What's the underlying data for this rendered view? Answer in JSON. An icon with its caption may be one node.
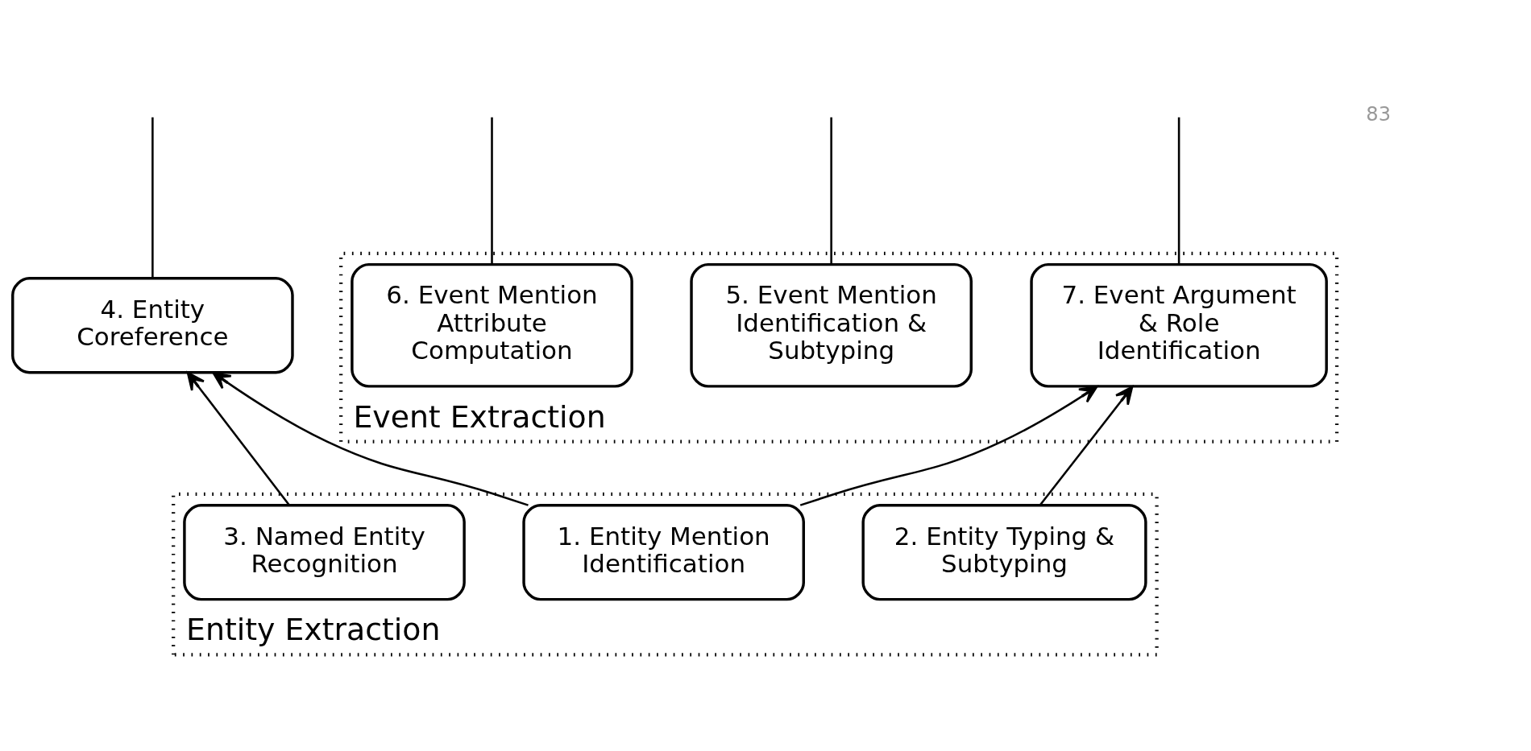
{
  "diagram": {
    "nodes": [
      {
        "text": [
          "Event Extraction"
        ]
      },
      {
        "text": [
          "6. Event Mention Attribute Computation"
        ],
        "in": 0
      },
      {
        "text": [
          "5. Event Mention Identification & Subtyping"
        ],
        "in": 0
      },
      {
        "text": [
          "7. Event Argument & Role Identification"
        ],
        "in": 0
      },
      {
        "text": [
          "4. Entity Coreference"
        ]
      },
      {
        "text": [
          "Entity Extraction"
        ]
      },
      {
        "text": [
          "2. Entity Typing & Subtyping"
        ],
        "in": 5
      },
      {
        "text": [
          "1. Entity Mention Identification"
        ],
        "in": 5
      },
      {
        "text": [
          "3. Named Entity Recognition"
        ],
        "in": 5
      }
    ],
    "edges": [
      {
        "from": null,
        "to": 1,
        "arrow": "none"
      },
      {
        "from": null,
        "to": 2,
        "arrow": "none"
      },
      {
        "from": null,
        "to": 3,
        "arrow": "none"
      },
      {
        "from": null,
        "to": 4,
        "arrow": "none"
      },
      {
        "from": 6,
        "to": 3,
        "arrow": "to"
      },
      {
        "from": 7,
        "to": 3,
        "arrow": "to"
      },
      {
        "from": 7,
        "to": 4,
        "arrow": "to"
      },
      {
        "from": 8,
        "to": 4,
        "arrow": "to"
      }
    ],
    "labels": [
      "83"
    ]
  }
}
